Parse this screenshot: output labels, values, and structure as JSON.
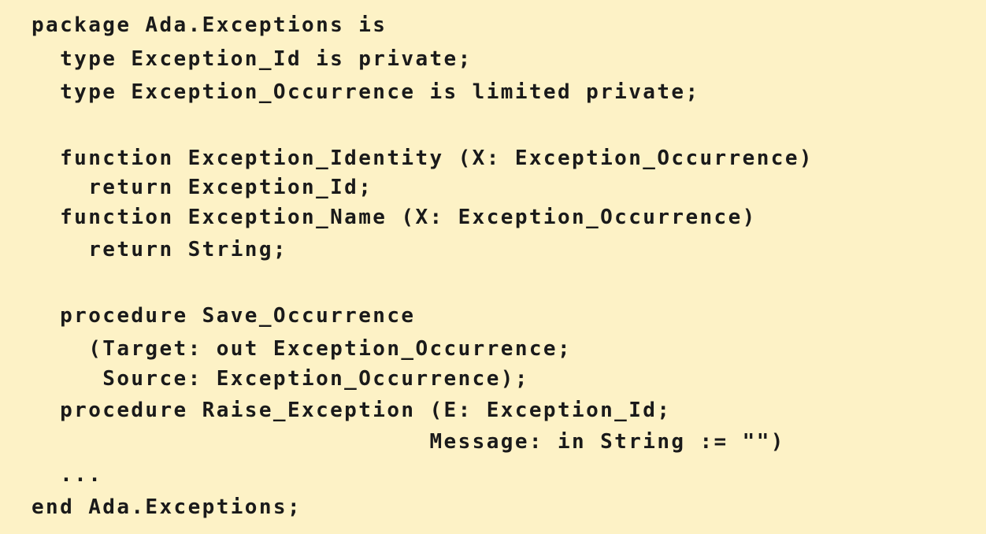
{
  "code": {
    "lines": [
      "package Ada.Exceptions is",
      "  type Exception_Id is private;",
      "  type Exception_Occurrence is limited private;",
      "",
      "  function Exception_Identity (X: Exception_Occurrence)",
      "    return Exception_Id;",
      "  function Exception_Name (X: Exception_Occurrence)",
      "    return String;",
      "",
      "  procedure Save_Occurrence",
      "    (Target: out Exception_Occurrence;",
      "     Source: Exception_Occurrence);",
      "  procedure Raise_Exception (E: Exception_Id;",
      "                            Message: in String := \"\")",
      "  ...",
      "end Ada.Exceptions;"
    ]
  }
}
